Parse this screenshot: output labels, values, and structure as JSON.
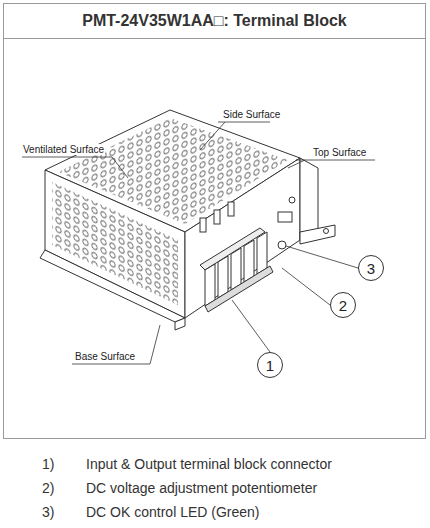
{
  "diagram": {
    "title": "PMT-24V35W1AA□: Terminal Block",
    "nodes": [
      {
        "text": [
          "3"
        ]
      },
      {
        "text": [
          "2"
        ]
      },
      {
        "text": [
          "1"
        ]
      }
    ],
    "labels": [
      "Side Surface",
      "Ventilated Surface",
      "Top Surface",
      "Base Surface",
      "1)",
      "Input & Output terminal block connector",
      "2)",
      "DC voltage adjustment potentiometer",
      "3)",
      "DC OK control LED (Green)"
    ]
  }
}
